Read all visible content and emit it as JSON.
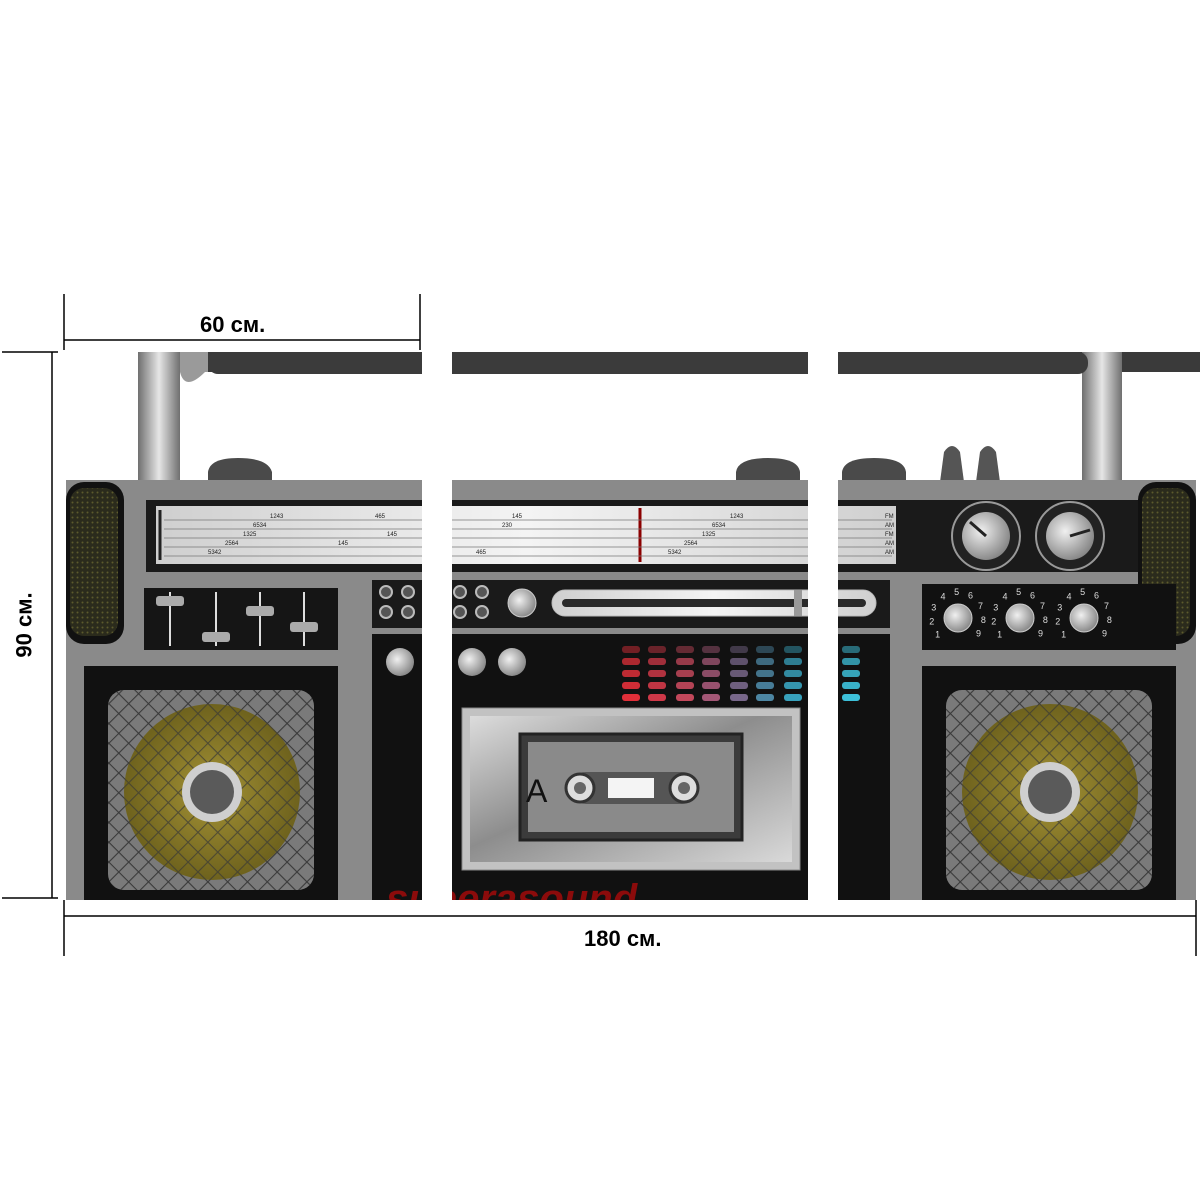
{
  "dimensions": {
    "panel_width": "60 см.",
    "height": "90 см.",
    "total_width": "180 см."
  },
  "radio": {
    "dial_left": {
      "rows": [
        [
          "1243",
          "465"
        ],
        [
          "6534",
          ""
        ],
        [
          "1325",
          "145"
        ],
        [
          "2564",
          "145"
        ],
        [
          "5342",
          ""
        ]
      ]
    },
    "dial_center": [
      "145",
      "230",
      "465"
    ],
    "dial_right": {
      "rows": [
        [
          "1243",
          "FM"
        ],
        [
          "6534",
          "AM"
        ],
        [
          "1325",
          "FM"
        ],
        [
          "2564",
          "AM"
        ],
        [
          "5342",
          "AM"
        ]
      ]
    }
  },
  "knob_scale": "1 2 3 4 5 6 7 8 9",
  "cassette": {
    "side_label": "A"
  },
  "brand_partial": "superasound",
  "colors": {
    "body": "#8a8a8a",
    "body_dark": "#111111",
    "speaker_cone": "#8a7a1c",
    "eq_red": "#e8313b",
    "eq_cyan": "#3fc6e0"
  }
}
